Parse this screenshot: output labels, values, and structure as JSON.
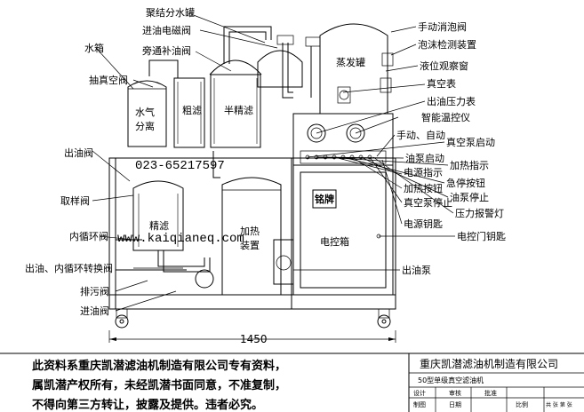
{
  "labels": {
    "water_tank": "水箱",
    "vacuum_valve": "抽真空阀",
    "oil_outlet_valve": "出油阀",
    "sampling_valve": "取样阀",
    "circulation_valve": "内循环阀",
    "outlet_circ_switch_valve": "出油、内循环转换阀",
    "drain_valve": "排污阀",
    "oil_inlet_valve": "进油阀",
    "coalescing_tank": "聚结分水罐",
    "inlet_solenoid": "进油电磁阀",
    "bypass_valve": "旁通补油阀",
    "manual_defoam": "手动消泡阀",
    "foam_detector": "泡沫检测装置",
    "level_window": "液位观察窗",
    "vacuum_gauge": "真空表",
    "outlet_pressure_gauge": "出油压力表",
    "temp_controller": "智能温控仪",
    "manual_auto": "手动、自动",
    "vac_pump_start": "真空泵启动",
    "oil_pump_start": "油泵启动",
    "heat_indicator": "加热指示",
    "power_indicator": "电源指示",
    "emergency_button": "急停按钮",
    "heat_button": "加热按钮",
    "oil_pump_stop": "油泵停止",
    "vac_pump_stop": "真空泵停止",
    "pressure_alarm": "压力报警灯",
    "power_key": "电源钥匙",
    "cabinet_key": "电控门钥匙",
    "outlet_pump": "出油泵",
    "water_vapor_sep": "水气分离",
    "coarse_filter": "粗滤",
    "semi_fine_filter": "半精滤",
    "evaporator": "蒸发罐",
    "fine_filter": "精滤",
    "heater": "加热装置",
    "cabinet": "电控箱",
    "nameplate": "铭牌",
    "phone": "023-65217597",
    "website": "www.kaiqianeq.com",
    "dimension": "1450"
  },
  "footer": {
    "notice_line1": "此资料系重庆凯潜滤油机制造有限公司专有资料，",
    "notice_line2": "属凯潜产权所有，未经凯潜书面同意，不准复制，",
    "notice_line3": "不得向第三方转让，披露及提供。违者必究。",
    "company": "重庆凯潜滤油机制造有限公司",
    "model": "50型单级真空滤油机",
    "design": "设计",
    "check": "审核",
    "approve": "批准",
    "drawing": "制图",
    "date": "日期",
    "scale": "比例",
    "sheet": "共 张 第 张"
  }
}
